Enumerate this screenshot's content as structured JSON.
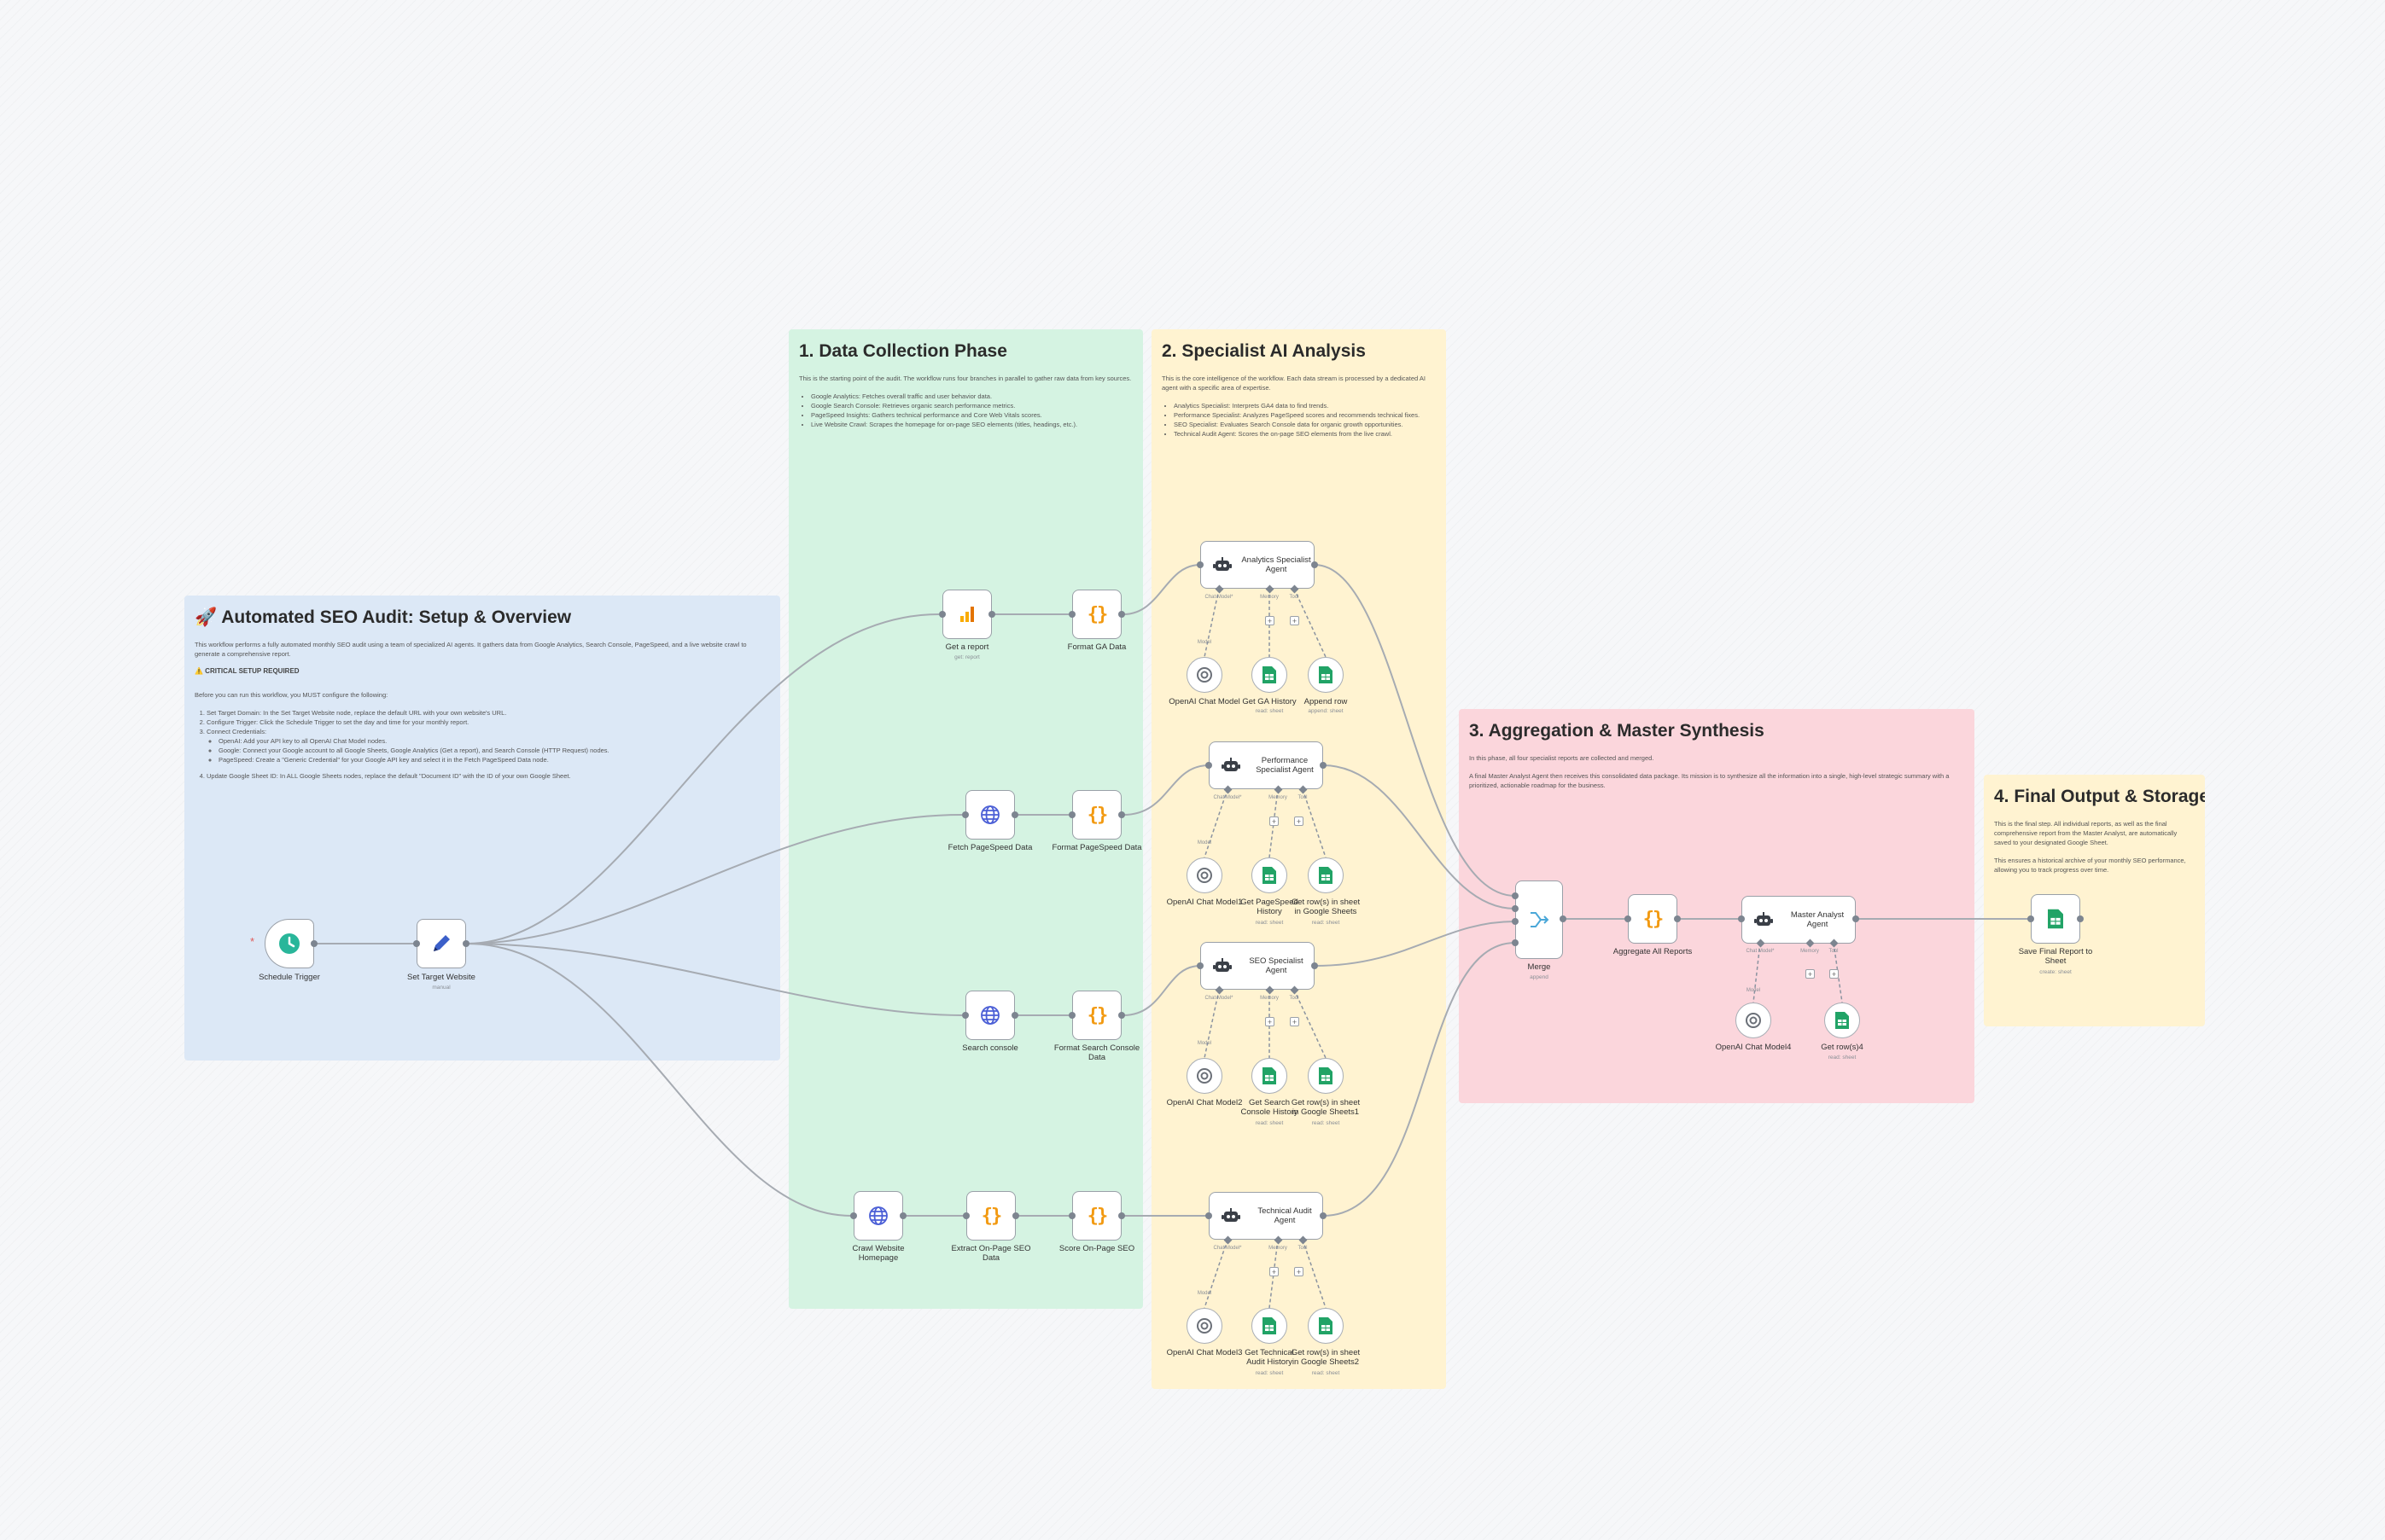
{
  "colors": {
    "setup_bg": "#dce8f6",
    "collect_bg": "#d5f3e2",
    "specialist_bg": "#fff3d1",
    "aggregation_bg": "#fbd6dc",
    "output_bg": "#fff3d1",
    "edge": "#a6abb2",
    "ai_edge": "#8b93a0",
    "curly": "#f29a12",
    "sheets_green": "#21a366"
  },
  "notes": {
    "setup": {
      "title": "🚀 Automated SEO Audit: Setup & Overview",
      "intro": "This workflow performs a fully automated monthly SEO audit using a team of specialized AI agents. It gathers data from Google Analytics, Search Console, PageSpeed, and a live website crawl to generate a comprehensive report.",
      "warning": "⚠️ CRITICAL SETUP REQUIRED",
      "before": "Before you can run this workflow, you MUST configure the following:",
      "steps": [
        "Set Target Domain: In the Set Target Website node, replace the default URL with your own website's URL.",
        "Configure Trigger: Click the Schedule Trigger to set the day and time for your monthly report.",
        "Connect Credentials:",
        "OpenAI: Add your API key to all OpenAI Chat Model nodes.",
        "Google: Connect your Google account to all Google Sheets, Google Analytics (Get a report), and Search Console (HTTP Request) nodes.",
        "PageSpeed: Create a \"Generic Credential\" for your Google API key and select it in the Fetch PageSpeed Data node.",
        "Update Google Sheet ID: In ALL Google Sheets nodes, replace the default \"Document ID\" with the ID of your own Google Sheet."
      ]
    },
    "collect": {
      "title": "1. Data Collection Phase",
      "intro": "This is the starting point of the audit. The workflow runs four branches in parallel to gather raw data from key sources.",
      "bullets": [
        "Google Analytics: Fetches overall traffic and user behavior data.",
        "Google Search Console: Retrieves organic search performance metrics.",
        "PageSpeed Insights: Gathers technical performance and Core Web Vitals scores.",
        "Live Website Crawl: Scrapes the homepage for on-page SEO elements (titles, headings, etc.)."
      ]
    },
    "specialist": {
      "title": "2. Specialist AI Analysis",
      "intro": "This is the core intelligence of the workflow. Each data stream is processed by a dedicated AI agent with a specific area of expertise.",
      "bullets": [
        "Analytics Specialist: Interprets GA4 data to find trends.",
        "Performance Specialist: Analyzes PageSpeed scores and recommends technical fixes.",
        "SEO Specialist: Evaluates Search Console data for organic growth opportunities.",
        "Technical Audit Agent: Scores the on-page SEO elements from the live crawl."
      ]
    },
    "aggregation": {
      "title": "3. Aggregation & Master Synthesis",
      "intro": "In this phase, all four specialist reports are collected and merged.",
      "body": "A final Master Analyst Agent then receives this consolidated data package. Its mission is to synthesize all the information into a single, high-level strategic summary with a prioritized, actionable roadmap for the business."
    },
    "output": {
      "title": "4. Final Output & Storage",
      "intro": "This is the final step. All individual reports, as well as the final comprehensive report from the Master Analyst, are automatically saved to your designated Google Sheet.",
      "body": "This ensures a historical archive of your monthly SEO performance, allowing you to track progress over time."
    }
  },
  "nodes": {
    "schedule": {
      "label": "Schedule Trigger",
      "icon": "clock-icon"
    },
    "set_target": {
      "label": "Set Target Website",
      "sub": "manual",
      "icon": "pencil-icon"
    },
    "get_report": {
      "label": "Get a report",
      "sub": "get: report",
      "icon": "analytics-bars-icon"
    },
    "format_ga": {
      "label": "Format GA Data",
      "icon": "code-braces-icon"
    },
    "fetch_pagespeed": {
      "label": "Fetch PageSpeed Data",
      "icon": "globe-icon"
    },
    "format_pagespeed": {
      "label": "Format PageSpeed Data",
      "icon": "code-braces-icon"
    },
    "search_console": {
      "label": "Search console",
      "icon": "globe-icon"
    },
    "format_sc": {
      "label": "Format Search Console Data",
      "icon": "code-braces-icon"
    },
    "crawl": {
      "label": "Crawl Website Homepage",
      "icon": "globe-icon"
    },
    "extract_onpage": {
      "label": "Extract On-Page SEO Data",
      "icon": "code-braces-icon"
    },
    "score_onpage": {
      "label": "Score On-Page SEO",
      "icon": "code-braces-icon"
    },
    "merge": {
      "label": "Merge",
      "sub": "append",
      "icon": "merge-icon"
    },
    "aggregate": {
      "label": "Aggregate All Reports",
      "icon": "code-braces-icon"
    },
    "master": {
      "label": "Master Analyst Agent",
      "icon": "robot-icon"
    },
    "openai4": {
      "label": "OpenAI Chat Model4",
      "icon": "openai-icon"
    },
    "getrows4": {
      "label": "Get row(s)4",
      "sub": "read: sheet",
      "icon": "sheets-icon"
    },
    "save_final": {
      "label": "Save Final Report to Sheet",
      "sub": "create: sheet",
      "icon": "sheets-icon"
    }
  },
  "agents": [
    {
      "name": "Analytics Specialist Agent",
      "model": "OpenAI Chat Model",
      "memory": "Get GA History",
      "memory_sub": "read: sheet",
      "tool": "Append row",
      "tool_sub": "append: sheet"
    },
    {
      "name": "Performance Specialist Agent",
      "model": "OpenAI Chat Model1",
      "memory": "Get PageSpeed History",
      "memory_sub": "read: sheet",
      "tool": "Get row(s) in sheet in Google Sheets",
      "tool_sub": "read: sheet"
    },
    {
      "name": "SEO Specialist Agent",
      "model": "OpenAI Chat Model2",
      "memory": "Get Search Console History",
      "memory_sub": "read: sheet",
      "tool": "Get row(s) in sheet in Google Sheets1",
      "tool_sub": "read: sheet"
    },
    {
      "name": "Technical Audit Agent",
      "model": "OpenAI Chat Model3",
      "memory": "Get Technical Audit History",
      "memory_sub": "read: sheet",
      "tool": "Get row(s) in sheet in Google Sheets2",
      "tool_sub": "read: sheet"
    }
  ],
  "port_labels": {
    "chat_model": "Chat Model*",
    "memory": "Memory",
    "tool": "Tool",
    "model": "Model"
  }
}
